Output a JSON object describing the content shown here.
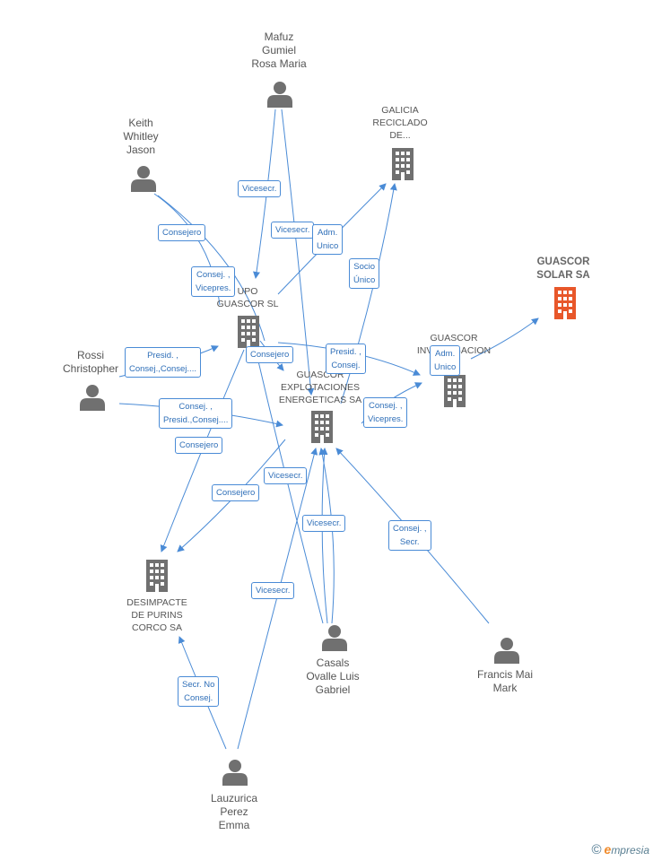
{
  "colors": {
    "edge": "#4a8bd6",
    "node_icon": "#707070",
    "focus_icon": "#e8572a",
    "text": "#555555"
  },
  "nodes": [
    {
      "id": "mafuz",
      "kind": "person",
      "label": [
        "Mafuz",
        "Gumiel",
        "Rosa Maria"
      ]
    },
    {
      "id": "keith",
      "kind": "person",
      "label": [
        "Keith",
        "Whitley",
        "Jason"
      ]
    },
    {
      "id": "rossi",
      "kind": "person",
      "label": [
        "Rossi",
        "Christopher"
      ]
    },
    {
      "id": "casals",
      "kind": "person",
      "label": [
        "Casals",
        "Ovalle Luis",
        "Gabriel"
      ]
    },
    {
      "id": "francis",
      "kind": "person",
      "label": [
        "Francis Mai",
        "Mark"
      ]
    },
    {
      "id": "lauzurica",
      "kind": "person",
      "label": [
        "Lauzurica",
        "Perez",
        "Emma"
      ]
    },
    {
      "id": "galicia",
      "kind": "company",
      "label": [
        "GALICIA",
        "RECICLADO",
        "DE..."
      ]
    },
    {
      "id": "grupo",
      "kind": "company",
      "label": [
        "UPO",
        "GUASCOR SL"
      ]
    },
    {
      "id": "explot",
      "kind": "company",
      "label": [
        "GUASCOR",
        "EXPLOTACIONES",
        "ENERGETICAS SA"
      ]
    },
    {
      "id": "inv",
      "kind": "company",
      "label": [
        "GUASCOR",
        "INVESTIGACION"
      ]
    },
    {
      "id": "desimp",
      "kind": "company",
      "label": [
        "DESIMPACTE",
        "DE PURINS",
        "CORCO SA"
      ]
    },
    {
      "id": "solar",
      "kind": "focus",
      "label": [
        "GUASCOR",
        "SOLAR SA"
      ]
    }
  ],
  "edge_labels": [
    {
      "id": "e1",
      "lines": [
        "Vicesecr."
      ]
    },
    {
      "id": "e2",
      "lines": [
        "Vicesecr."
      ]
    },
    {
      "id": "e3",
      "lines": [
        "Adm.",
        "Unico"
      ]
    },
    {
      "id": "e4",
      "lines": [
        "Consejero"
      ]
    },
    {
      "id": "e5",
      "lines": [
        "Consej. ,",
        "Vicepres."
      ]
    },
    {
      "id": "e6",
      "lines": [
        "Socio",
        "Único"
      ]
    },
    {
      "id": "e7",
      "lines": [
        "Presid. ,",
        "Consej.,Consej...."
      ]
    },
    {
      "id": "e8",
      "lines": [
        "Consejero"
      ]
    },
    {
      "id": "e9",
      "lines": [
        "Presid. ,",
        "Consej."
      ]
    },
    {
      "id": "e10",
      "lines": [
        "Adm.",
        "Unico"
      ]
    },
    {
      "id": "e11",
      "lines": [
        "Consej. ,",
        "Presid.,Consej...."
      ]
    },
    {
      "id": "e12",
      "lines": [
        "Consej. ,",
        "Vicepres."
      ]
    },
    {
      "id": "e13",
      "lines": [
        "Consejero"
      ]
    },
    {
      "id": "e14",
      "lines": [
        "Vicesecr."
      ]
    },
    {
      "id": "e15",
      "lines": [
        "Consejero"
      ]
    },
    {
      "id": "e16",
      "lines": [
        "Vicesecr."
      ]
    },
    {
      "id": "e17",
      "lines": [
        "Consej. ,",
        "Secr."
      ]
    },
    {
      "id": "e18",
      "lines": [
        "Vicesecr."
      ]
    },
    {
      "id": "e19",
      "lines": [
        "Secr.  No",
        "Consej."
      ]
    }
  ],
  "brand": {
    "copyright": "©",
    "name_initial": "e",
    "name_rest": "mpresia"
  }
}
